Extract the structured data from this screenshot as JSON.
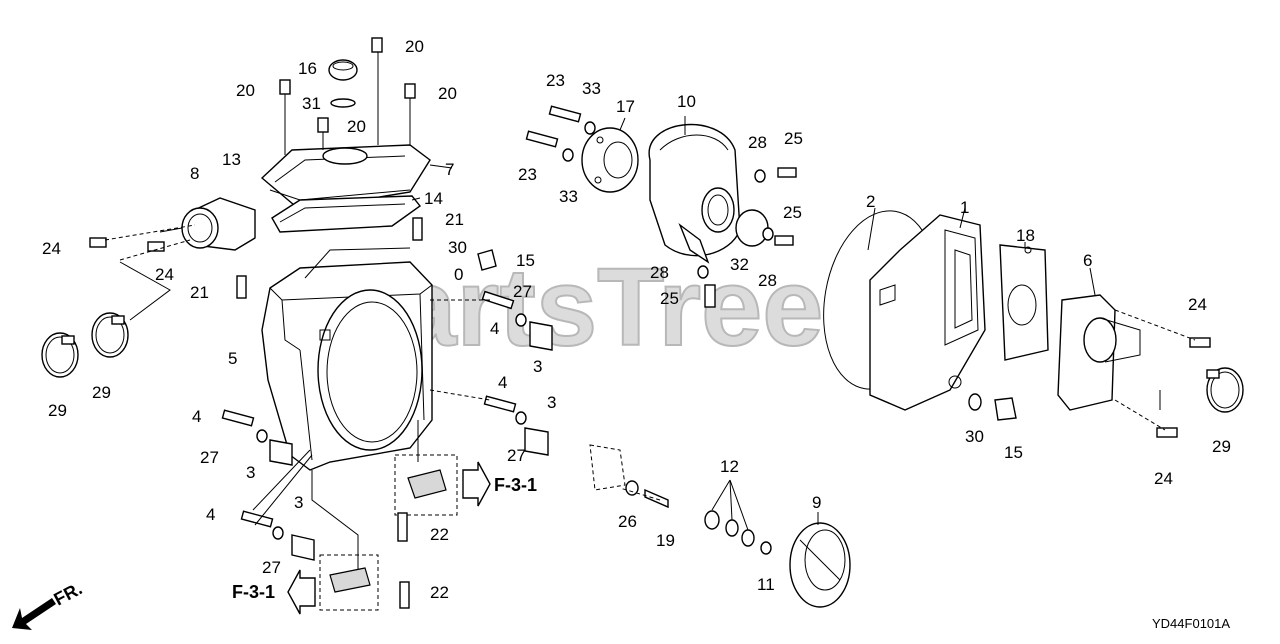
{
  "diagram": {
    "watermark": "PartsTree",
    "image_code": "YD44F0101A",
    "front_indicator": "FR.",
    "section_ref": "F-3-1",
    "callouts": {
      "c0": "0",
      "c1": "1",
      "c2": "2",
      "c3": "3",
      "c4": "4",
      "c5": "5",
      "c6": "6",
      "c7": "7",
      "c8": "8",
      "c9": "9",
      "c10": "10",
      "c11": "11",
      "c12": "12",
      "c13": "13",
      "c14": "14",
      "c15": "15",
      "c16": "16",
      "c17": "17",
      "c18": "18",
      "c19": "19",
      "c20": "20",
      "c21": "21",
      "c22": "22",
      "c23": "23",
      "c24": "24",
      "c25": "25",
      "c26": "26",
      "c27": "27",
      "c28": "28",
      "c29": "29",
      "c30": "30",
      "c31": "31",
      "c32": "32",
      "c33": "33"
    }
  }
}
